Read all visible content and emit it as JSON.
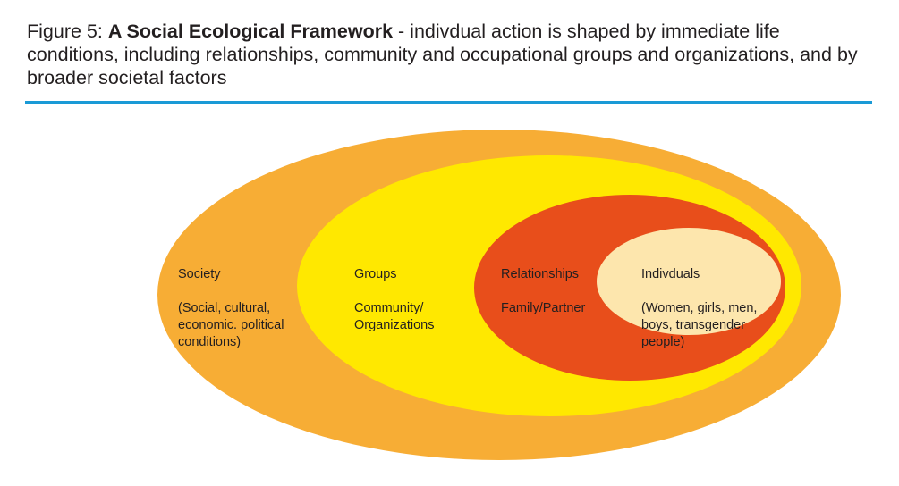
{
  "caption": {
    "prefix": "Figure 5: ",
    "bold": "A Social Ecological Framework",
    "rest": " - indivdual action is shaped by immediate life conditions, including relationships, community and occupational groups and organizations, and by broader societal factors"
  },
  "colors": {
    "rule": "#1a9ad6",
    "society": "#f7ad35",
    "groups": "#ffe800",
    "relationships": "#e84e1b",
    "individuals": "#fde6ad"
  },
  "layers": [
    {
      "title": "Society",
      "detail": "(Social, cultural,\neconomic. political\nconditions)"
    },
    {
      "title": "Groups",
      "detail": "Community/\nOrganizations"
    },
    {
      "title": "Relationships",
      "detail": "Family/Partner"
    },
    {
      "title": "Indivduals",
      "detail": "(Women, girls, men,\nboys, transgender\npeople)"
    }
  ]
}
